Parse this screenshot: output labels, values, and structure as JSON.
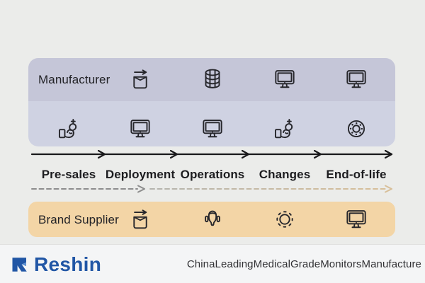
{
  "diagram": {
    "manufacturer_label": "Manufacturer",
    "brand_supplier_label": "Brand Supplier",
    "phases": [
      "Pre-sales",
      "Deployment",
      "Operations",
      "Changes",
      "End-of-life"
    ],
    "rows": {
      "manufacturer_top_icons": [
        "shipment-box",
        "database",
        "monitor",
        "monitor"
      ],
      "manufacturer_bottom_icons": [
        "hand-tool",
        "monitor",
        "monitor",
        "hand-tool",
        "dial"
      ],
      "brand_supplier_icons": [
        "shipment-box",
        "headset",
        "sun",
        "monitor"
      ]
    },
    "colors": {
      "background": "#ebecea",
      "manufacturer_band_top": "#c5c6d8",
      "manufacturer_band_bottom": "#cfd2e2",
      "brand_supplier_band": "#f3d5a6",
      "timeline_solid": "#19191b",
      "timeline_dashed_gray": "#8d8d8d",
      "timeline_dashed_tan": "#d8bf99",
      "icon_stroke": "#26262b"
    }
  },
  "footer": {
    "logo_text": "Reshin",
    "logo_color": "#2156a5",
    "tagline": "ChinaLeadingMedicalGradeMonitorsManufacture"
  }
}
